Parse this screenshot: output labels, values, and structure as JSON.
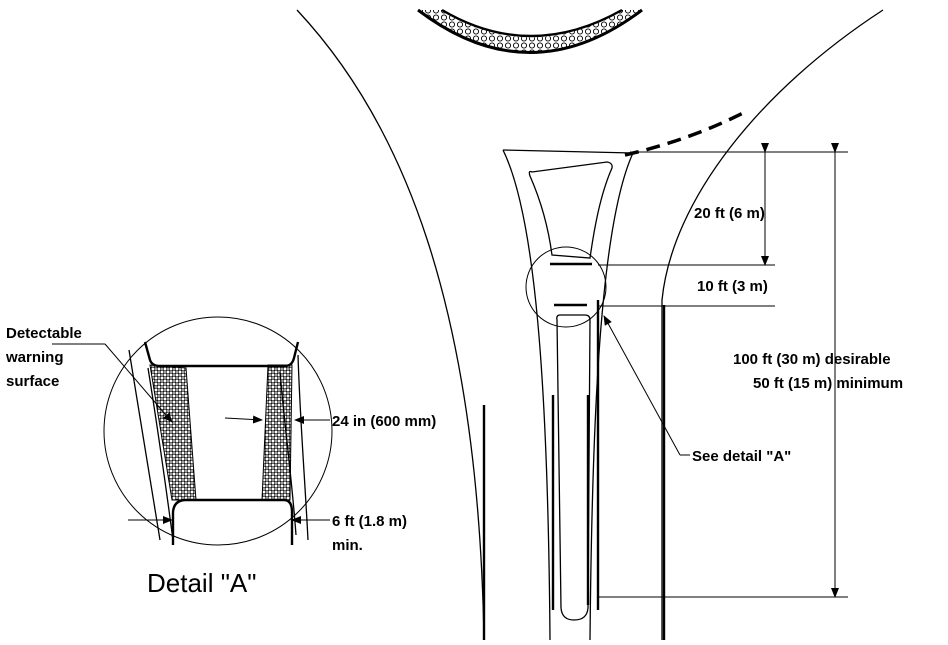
{
  "labels": {
    "dim_20ft": "20 ft (6 m)",
    "dim_10ft": "10 ft (3 m)",
    "dim_100ft": "100 ft (30 m) desirable",
    "dim_50ft": "50 ft (15 m) minimum",
    "see_detail": "See detail \"A\"",
    "detectable_1": "Detectable",
    "detectable_2": "warning",
    "detectable_3": "surface",
    "dim_24in": "24 in (600 mm)",
    "dim_6ft": "6 ft (1.8 m)",
    "dim_min": "min.",
    "detail_title": "Detail \"A\""
  },
  "colors": {
    "line": "#000000",
    "background": "#ffffff"
  }
}
